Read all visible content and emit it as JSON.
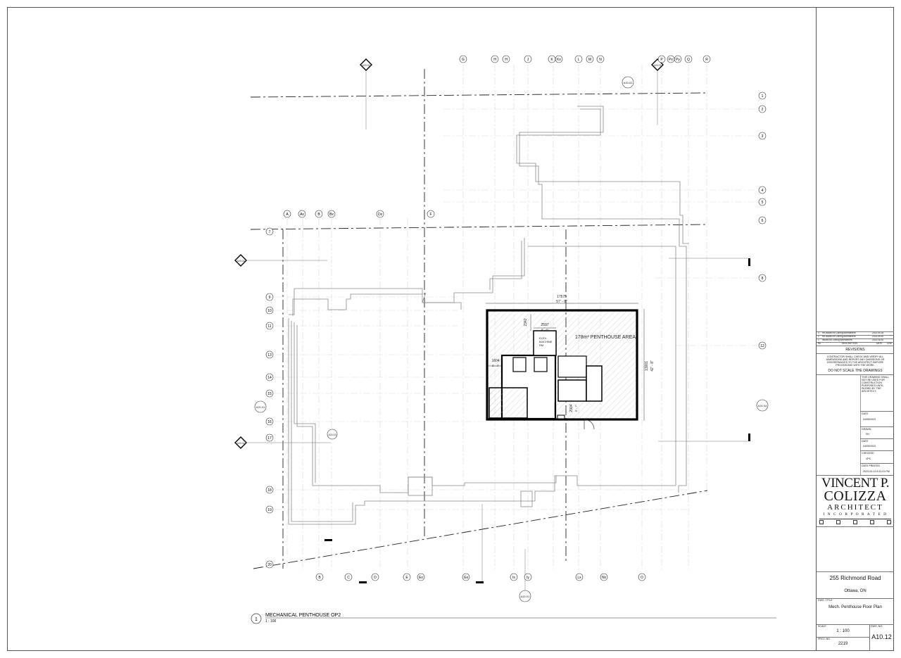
{
  "grid_top": [
    "G",
    "H",
    "H",
    "J",
    "K",
    "Kx",
    "L",
    "M",
    "N",
    "P",
    "Px",
    "Py",
    "Q",
    "R"
  ],
  "grid_mid_top": [
    "A",
    "Ax",
    "B",
    "Bx",
    "Dx",
    "F"
  ],
  "grid_bottom": [
    "B",
    "C",
    "D",
    "E",
    "Ex",
    "Gx",
    "Ix",
    "Iy",
    "Lx",
    "Nx",
    "O"
  ],
  "grid_right": [
    "1",
    "2",
    "3",
    "4",
    "5",
    "6",
    "8",
    "12"
  ],
  "grid_left": [
    "7",
    "9",
    "10",
    "11",
    "13",
    "14",
    "15",
    "16",
    "17",
    "18",
    "19",
    "20"
  ],
  "section_refs": {
    "a2002": "A20.02",
    "a2001_right": "A20.04",
    "a2001_left": "A20.01",
    "a2001_bottom": "A20.01",
    "top_left_ref": "A20.02",
    "top_right_ref": "A20.01",
    "left_ref1": "A20.03",
    "left_ref2": "A20.04",
    "mid_ref": "A20.03"
  },
  "dims": {
    "width_mm": "17575",
    "width_ft": "57' - 8\"",
    "height_mm": "13001",
    "height_ft": "42' - 8\"",
    "d2342": "2342",
    "d2597": "2597",
    "d2597ft": "8' - 6\"",
    "d1604": "1604",
    "d1604ft": "5' - 3\"",
    "d2004": "2004",
    "d2004ft": "6' - 7\""
  },
  "penthouse_label": "178m² PENTHOUSE AREA",
  "elev_room": [
    "ELEV.",
    "MACHINE",
    "RM."
  ],
  "view_title": {
    "number": "1",
    "name": "MECHANICAL PENTHOUSE OP2",
    "scale": "1 : 100"
  },
  "titleblock": {
    "revisions": [
      {
        "no": "3",
        "desc": "Re-issued for Zoning Amendment",
        "date": "2023.04.18"
      },
      {
        "no": "2",
        "desc": "Re-issued for Zoning Amendment",
        "date": "2023.04.06"
      },
      {
        "no": "1",
        "desc": "Issued for Zoning Amendment",
        "date": "2023.04.05"
      }
    ],
    "rev_headers": {
      "no": "No.",
      "desc": "DESCRIPTION",
      "date": "DATE",
      "chd": "CHD"
    },
    "revisions_label": "REVISIONS",
    "contractor_note": "CONTRACTOR SHALL CHECK AND VERIFY ALL DIMENSIONS AND REPORT ANY OMISSIONS OR DISCREPANCIES TO THE ARCHITECT BEFORE PROCEEDING WITH THE WORK.",
    "do_not_scale": "DO NOT SCALE THE DRAWINGS",
    "not_for_construction": "THIS DRAWING SHALL NOT BE USED FOR CONSTRUCTION PURPOSES UNTIL SIGNED BY THE ARCHITECT.",
    "date_label": "DATE",
    "date_value": "04/05/2023",
    "drawn_label": "DRAWN",
    "drawn_value": "SH",
    "date2_label": "DATE",
    "date2_value": "04/05/2023",
    "checked_label": "CHECKED",
    "checked_value": "VPC",
    "printed_label": "DATE PRINTED",
    "printed_value": "2023-04-13 8:31:01 PM",
    "firm_line1": "VINCENT P.",
    "firm_line2": "COLIZZA",
    "firm_line3": "ARCHITECT",
    "firm_line4": "I N C O R P O R A T E D",
    "project_name": "255 Richmond Road",
    "project_city": "Ottawa, ON",
    "dwg_title_label": "DWG. TITLE",
    "dwg_title": "Mech. Penthouse Floor Plan",
    "scale_label": "SCALE",
    "scale_value": "1 : 100",
    "dwg_no_label": "DWG. NO.",
    "dwg_no": "A10.12",
    "proj_no_label": "PROJ. NO.",
    "proj_no": "2219"
  }
}
